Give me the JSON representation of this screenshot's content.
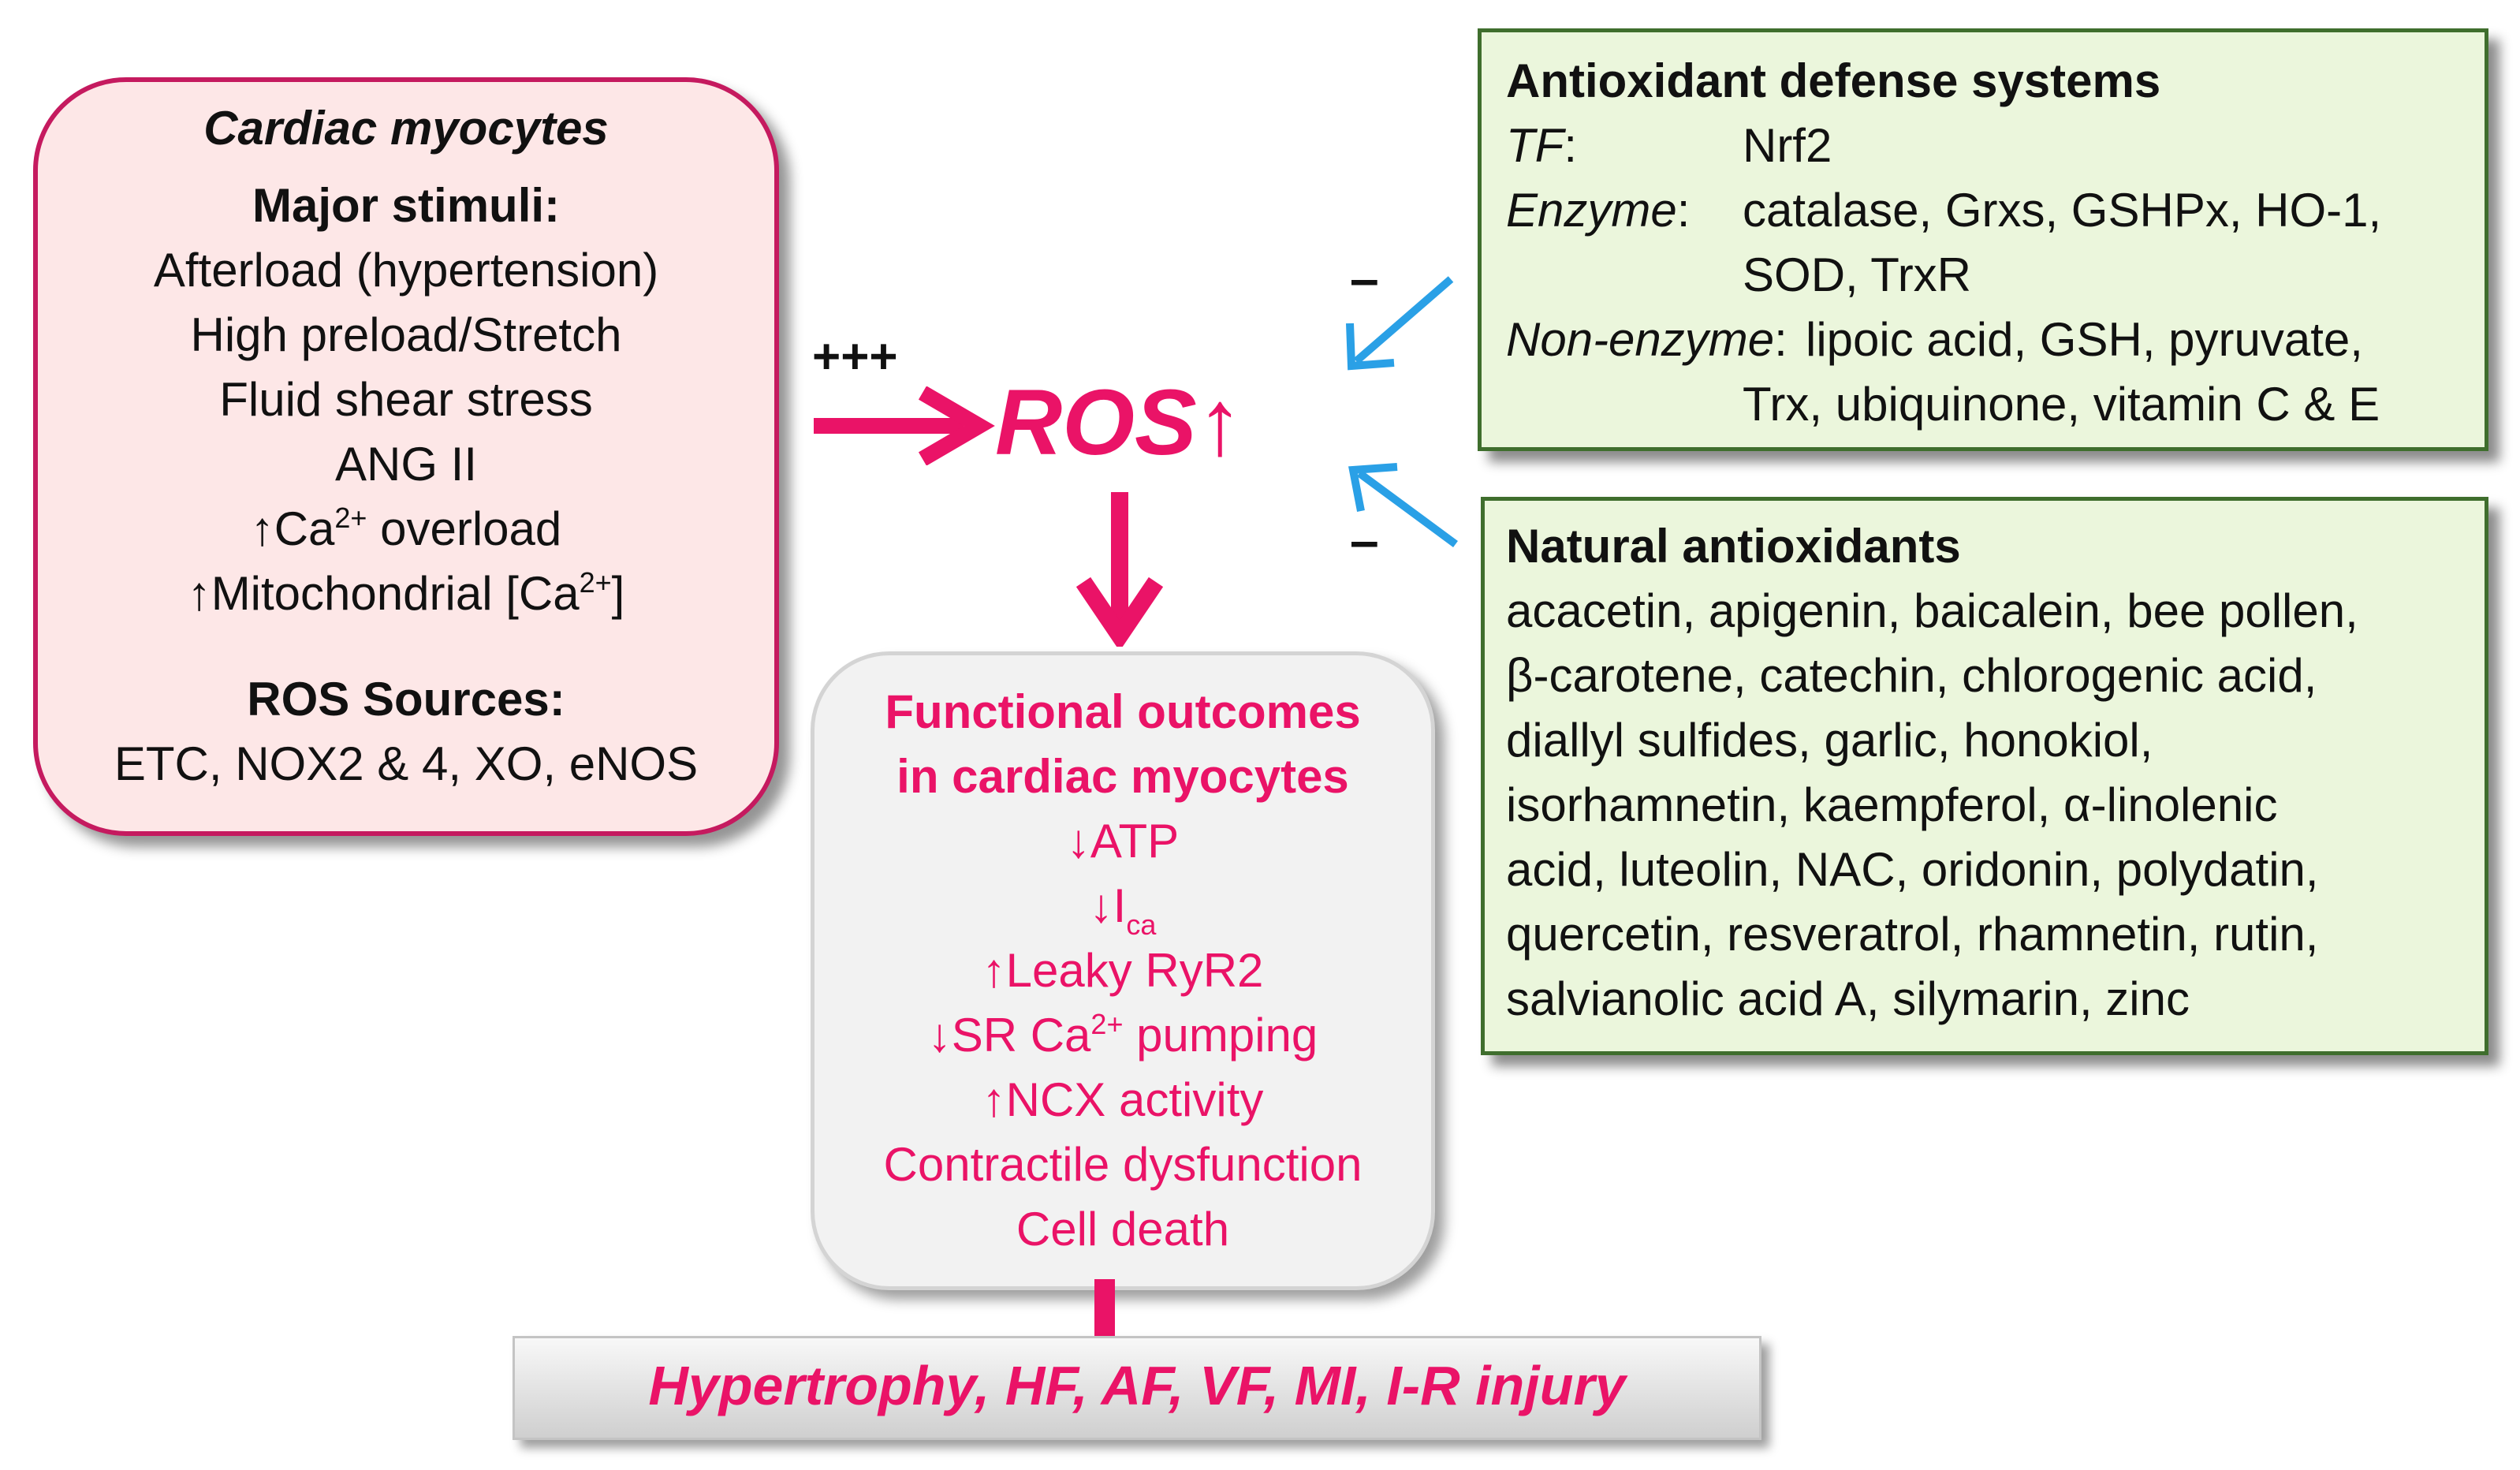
{
  "left_box": {
    "title": "Cardiac myocytes",
    "stimuli_heading": "Major stimuli:",
    "stimuli": [
      "Afterload (hypertension)",
      "High preload/Stretch",
      "Fluid shear stress",
      "ANG II"
    ],
    "ca_overload": {
      "arrow": "↑",
      "prefix": "Ca",
      "sup": "2+",
      "suffix": " overload"
    },
    "mito_ca": {
      "arrow": "↑",
      "prefix": "Mitochondrial  [Ca",
      "sup": "2+",
      "suffix": "]"
    },
    "sources_heading": "ROS Sources:",
    "sources": "ETC, NOX2 & 4, XO, eNOS"
  },
  "center": {
    "plus_label": "+++",
    "ros_label": "ROS",
    "ros_arrow": "↑"
  },
  "outcomes": {
    "heading_lines": [
      "Functional  outcomes",
      "in cardiac myocytes"
    ],
    "atp": "↓ATP",
    "ica": {
      "prefix": "↓I",
      "sub": "ca"
    },
    "ryr2": "↑Leaky  RyR2",
    "sr_ca": {
      "prefix": "↓SR  Ca",
      "sup": "2+",
      "suffix": "  pumping"
    },
    "ncx": "↑NCX activity",
    "contractile": "Contractile  dysfunction",
    "cell_death": "Cell death"
  },
  "diseases": "Hypertrophy, HF, AF, VF, MI, I-R injury",
  "antioxidant_defense": {
    "title": "Antioxidant  defense  systems",
    "tf_label": "TF",
    "tf_colon": ":",
    "tf_value": "Nrf2",
    "enzyme_label": "Enzyme",
    "enzyme_colon": ":",
    "enzyme_line1": "catalase,  Grxs,  GSHPx,  HO-1,",
    "enzyme_line2": "SOD,  TrxR",
    "nonenzyme_label": "Non-enzyme",
    "nonenzyme_colon": ":",
    "nonenzyme_line1": "lipoic  acid,  GSH,  pyruvate,",
    "nonenzyme_line2": "Trx,  ubiquinone,  vitamin  C & E"
  },
  "natural_antioxidants": {
    "title": "Natural  antioxidants",
    "lines": [
      "acacetin,  apigenin,  baicalein,  bee  pollen,",
      "β-carotene,  catechin,  chlorogenic  acid,",
      "diallyl  sulfides,  garlic,  honokiol,",
      "isorhamnetin,  kaempferol,  α-linolenic",
      "acid,  luteolin,  NAC, oridonin,  polydatin,",
      "quercetin,  resveratrol,  rhamnetin,  rutin,",
      "salvianolic  acid  A,  silymarin,  zinc"
    ]
  },
  "inhibit_signs": [
    "–",
    "–"
  ],
  "colors": {
    "accent_pink": "#ea1367",
    "border_pink": "#c51a5f",
    "green_border": "#3f6e2d",
    "blue_arrow": "#2aa0e6"
  }
}
